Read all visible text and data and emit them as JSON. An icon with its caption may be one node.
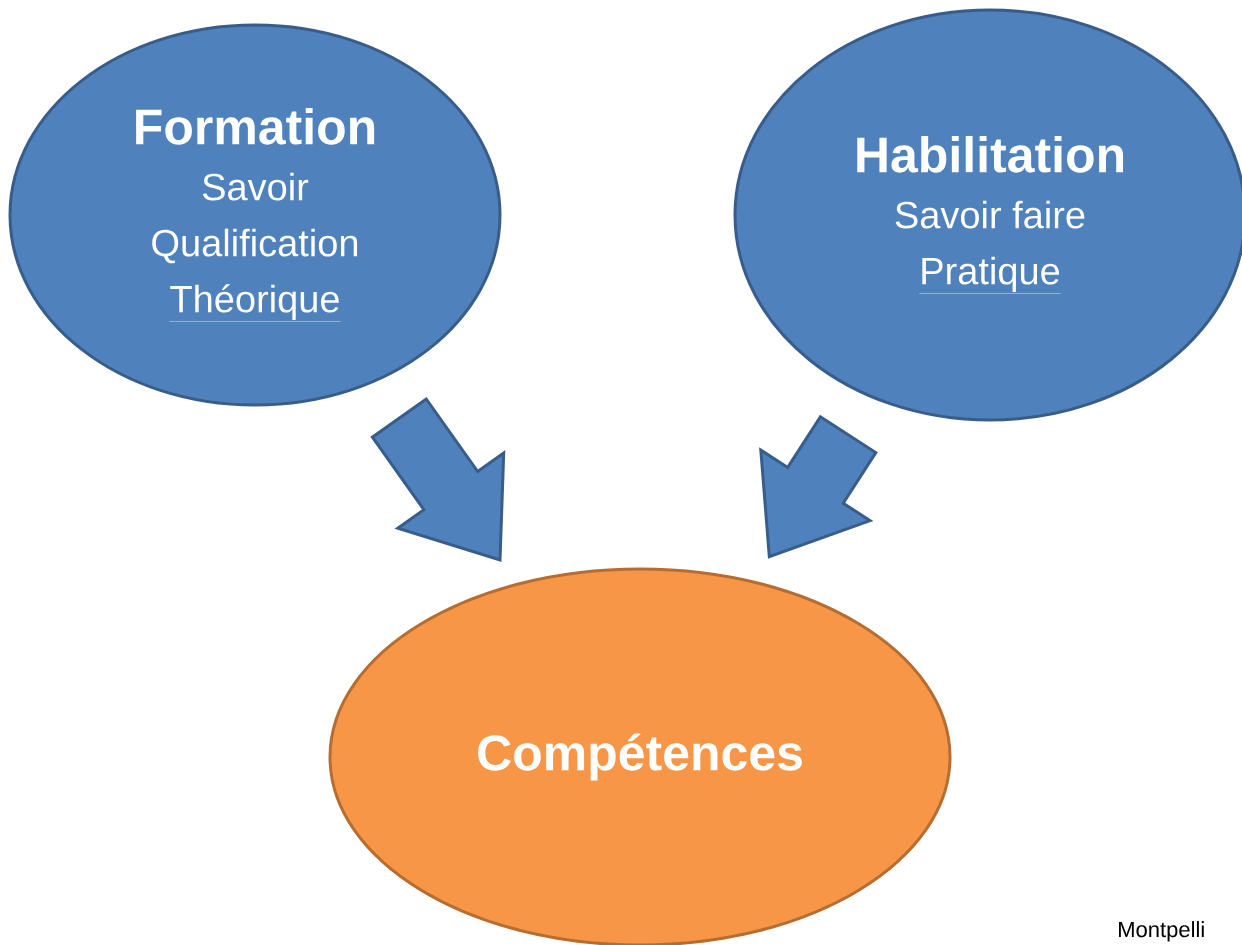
{
  "diagram": {
    "nodes": [
      {
        "text": [
          "Formation",
          "Savoir",
          "Qualification",
          "Théorique"
        ]
      },
      {
        "text": [
          "Habilitation",
          "Savoir faire",
          "Pratique"
        ]
      },
      {
        "text": [
          "Compétences"
        ]
      }
    ],
    "edges": [
      {
        "from": 0,
        "to": 2,
        "arrow": "to"
      },
      {
        "from": 1,
        "to": 2,
        "arrow": "to"
      }
    ],
    "labels": [
      "Montpelli"
    ]
  }
}
